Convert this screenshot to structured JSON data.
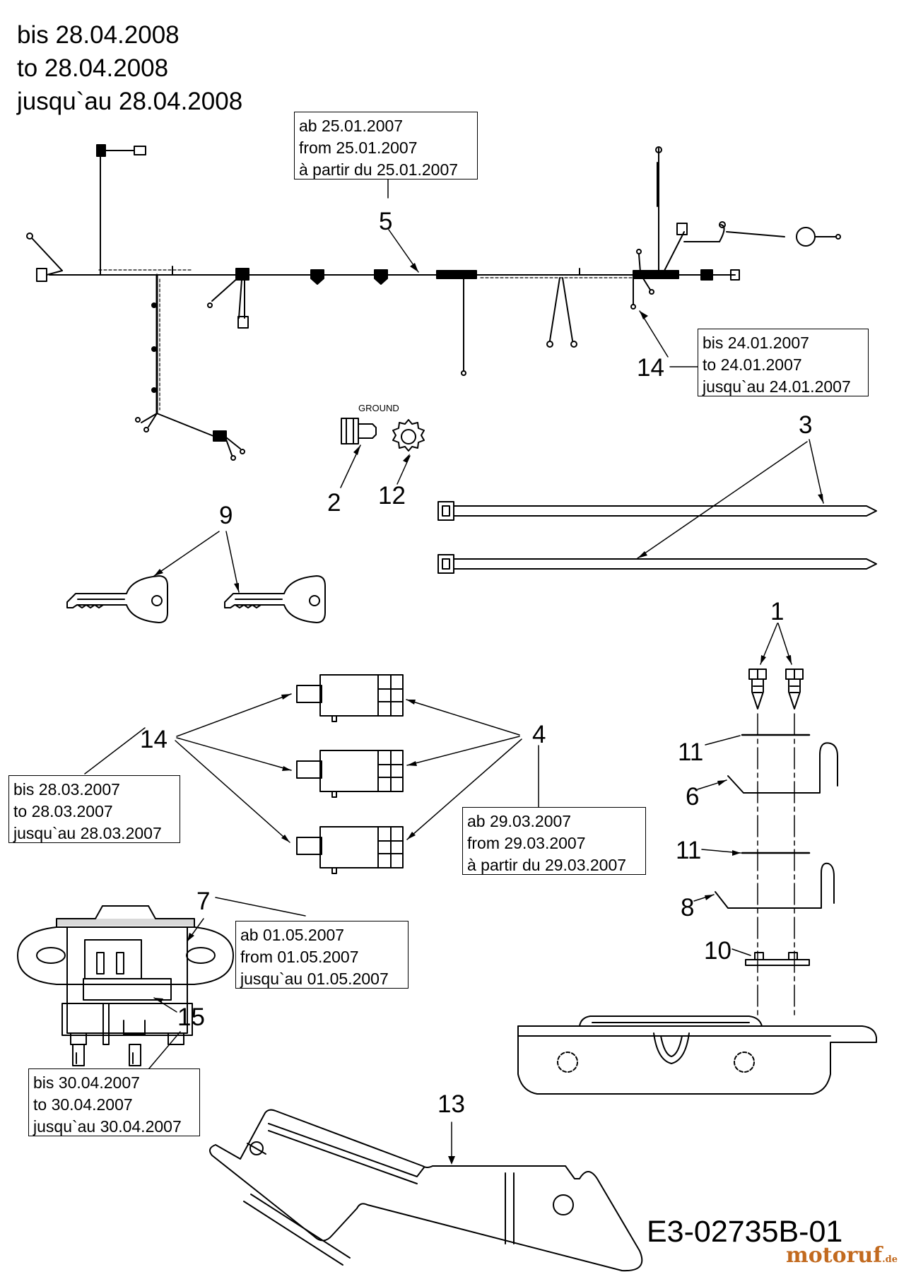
{
  "header": {
    "line1": "bis 28.04.2008",
    "line2": "to 28.04.2008",
    "line3": "jusqu`au 28.04.2008"
  },
  "notes": {
    "ab_25_01_2007": [
      "ab 25.01.2007",
      "from 25.01.2007",
      "à partir du 25.01.2007"
    ],
    "bis_24_01_2007": [
      "bis 24.01.2007",
      "to 24.01.2007",
      "jusqu`au 24.01.2007"
    ],
    "bis_28_03_2007": [
      "bis 28.03.2007",
      "to 28.03.2007",
      "jusqu`au 28.03.2007"
    ],
    "ab_29_03_2007": [
      "ab 29.03.2007",
      "from 29.03.2007",
      "à partir du 29.03.2007"
    ],
    "ab_01_05_2007": [
      "ab 01.05.2007",
      "from 01.05.2007",
      "jusqu`au 01.05.2007"
    ],
    "bis_30_04_2007": [
      "bis 30.04.2007",
      "to 30.04.2007",
      "jusqu`au 30.04.2007"
    ]
  },
  "callouts": {
    "c1": "1",
    "c2": "2",
    "c3": "3",
    "c4": "4",
    "c5": "5",
    "c6": "6",
    "c7": "7",
    "c8": "8",
    "c9": "9",
    "c10": "10",
    "c11a": "11",
    "c11b": "11",
    "c12": "12",
    "c13": "13",
    "c14a": "14",
    "c14b": "14",
    "c15": "15"
  },
  "ground_label": "GROUND",
  "drawing_code": "E3-02735B-01",
  "watermark": {
    "name": "motoruf",
    "suffix": ".de"
  }
}
